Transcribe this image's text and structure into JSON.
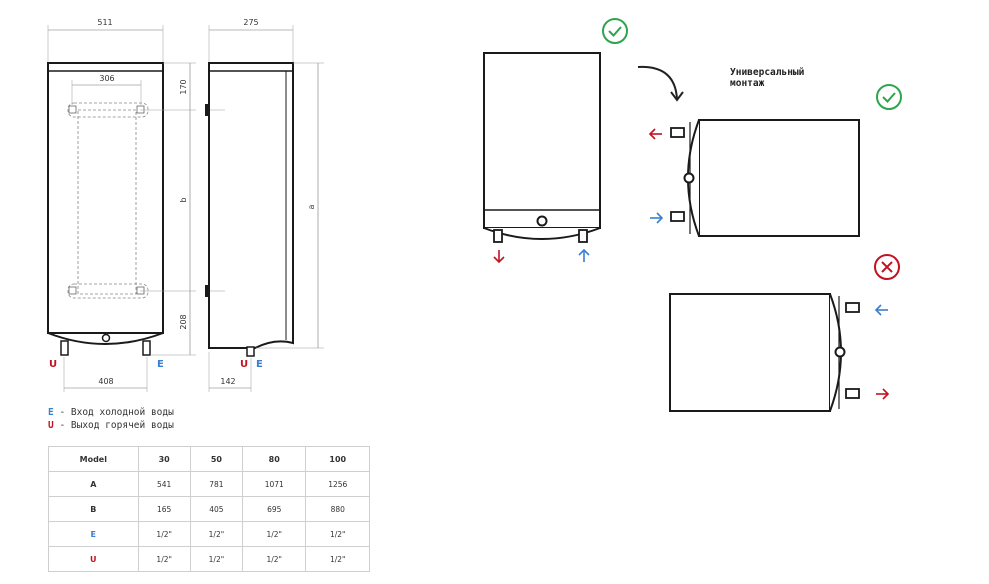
{
  "dimensions": {
    "front_width": "511",
    "side_depth": "275",
    "mount_spacing": "306",
    "top_offset": "170",
    "b_label": "b",
    "a_label": "a",
    "bottom_offset": "208",
    "pipe_spacing": "408",
    "pipe_depth": "142"
  },
  "pipe_labels": {
    "hot": "U",
    "cold": "E"
  },
  "legend": {
    "cold_code": "E",
    "cold_text": " - Вход холодной воды",
    "hot_code": "U",
    "hot_text": " - Выход горячей воды"
  },
  "mounting": {
    "label_line1": "Универсальный",
    "label_line2": "монтаж"
  },
  "table": {
    "headers": [
      "Model",
      "30",
      "50",
      "80",
      "100"
    ],
    "rows": [
      {
        "label": "A",
        "values": [
          "541",
          "781",
          "1071",
          "1256"
        ]
      },
      {
        "label": "B",
        "values": [
          "165",
          "405",
          "695",
          "880"
        ]
      },
      {
        "label": "E",
        "values": [
          "1/2\"",
          "1/2\"",
          "1/2\"",
          "1/2\""
        ]
      },
      {
        "label": "U",
        "values": [
          "1/2\"",
          "1/2\"",
          "1/2\"",
          "1/2\""
        ]
      }
    ]
  },
  "colors": {
    "ok": "#2ea44f",
    "bad": "#c1121f",
    "cold": "#3a7fd0",
    "hot": "#c1121f",
    "line": "#1a1a1a"
  }
}
